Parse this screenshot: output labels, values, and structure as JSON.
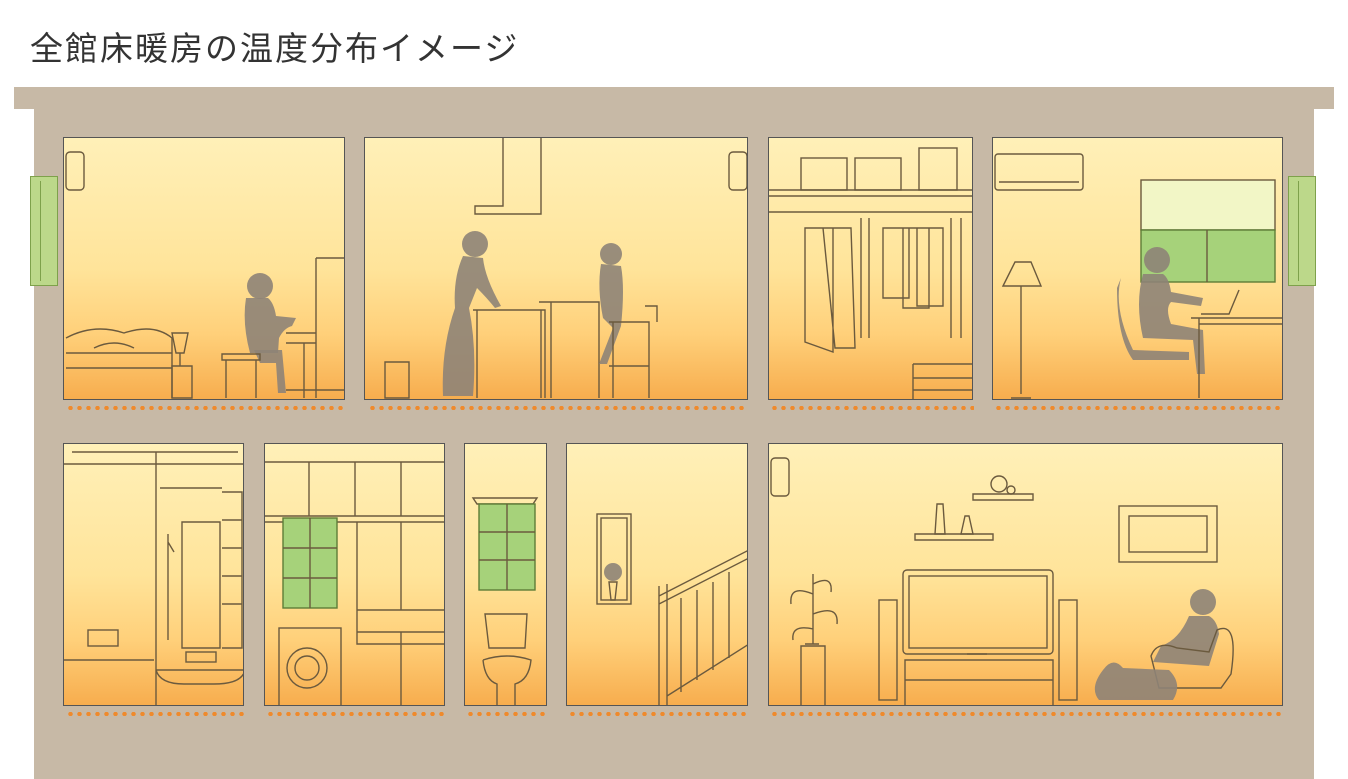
{
  "title": "全館床暖房の温度分布イメージ",
  "colors": {
    "house_wall": "#c7b9a6",
    "room_top": "#fff0b8",
    "room_bottom": "#f7ad4e",
    "floor_heat_dots": "#ef8a2c",
    "window_green": "#a6d27a"
  },
  "rooms": [
    {
      "id": "bedroom-piano",
      "floor": 2
    },
    {
      "id": "kitchen",
      "floor": 2
    },
    {
      "id": "closet",
      "floor": 2
    },
    {
      "id": "study",
      "floor": 2
    },
    {
      "id": "bathroom",
      "floor": 1
    },
    {
      "id": "laundry",
      "floor": 1
    },
    {
      "id": "toilet",
      "floor": 1
    },
    {
      "id": "stair-hall",
      "floor": 1
    },
    {
      "id": "living-room",
      "floor": 1
    }
  ],
  "icons": [
    "air-conditioner-icon",
    "person-silhouette-icon",
    "dog-silhouette-icon",
    "floor-heating-icon"
  ]
}
